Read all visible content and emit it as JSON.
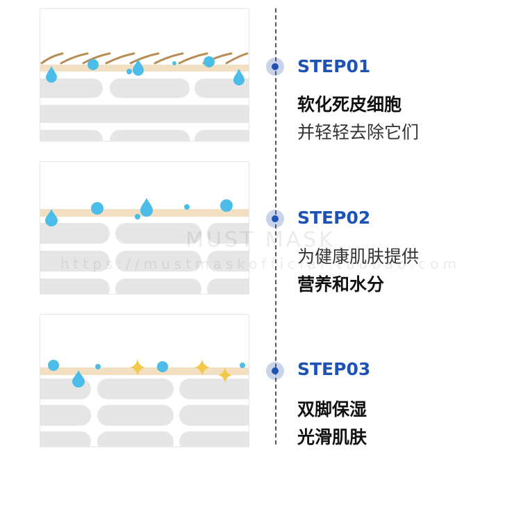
{
  "steps": [
    {
      "label": "STEP01",
      "line1": "软化死皮细胞",
      "line2": "并轻轻去除它们",
      "bold1": true,
      "bold2": false
    },
    {
      "label": "STEP02",
      "line1": "为健康肌肤提供",
      "line2": "营养和水分",
      "bold1": false,
      "bold2": true
    },
    {
      "label": "STEP03",
      "line1": "双脚保湿",
      "line2": "光滑肌肤",
      "bold1": true,
      "bold2": true
    }
  ],
  "watermark": {
    "brand": "MUST MASK",
    "url": "https://mustmaskofficial.taobao.com"
  },
  "colors": {
    "accent": "#1e52b5",
    "skin_layer": "#f3dfc1",
    "cell": "#e6e6e6",
    "droplet": "#4bbde8",
    "dead_skin": "#b88c55",
    "sparkle": "#f2c94c"
  }
}
